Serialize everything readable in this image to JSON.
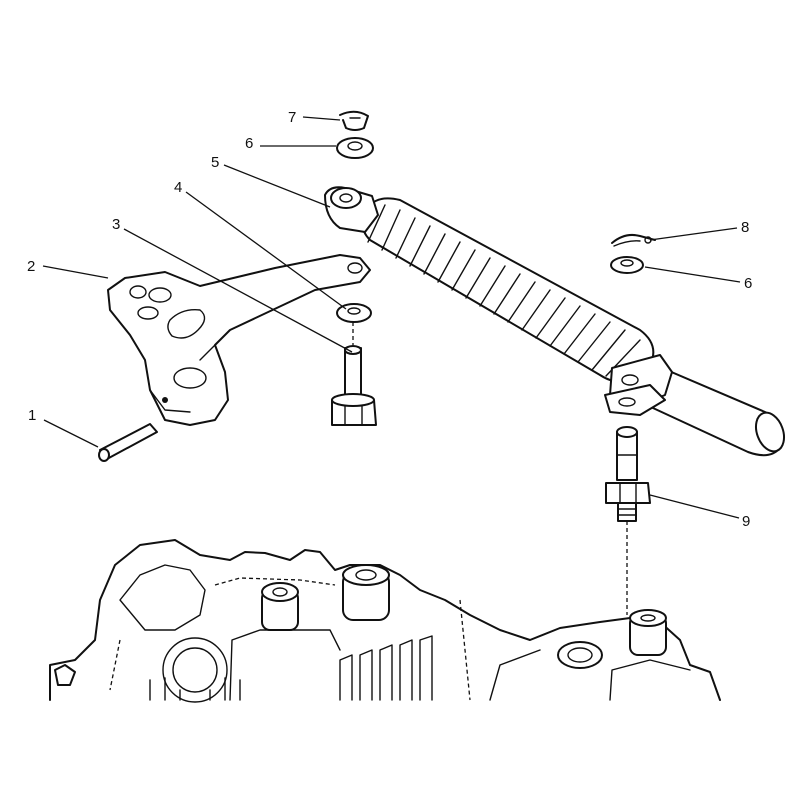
{
  "callouts": [
    {
      "id": "c1",
      "text": "1"
    },
    {
      "id": "c2",
      "text": "2"
    },
    {
      "id": "c3",
      "text": "3"
    },
    {
      "id": "c4",
      "text": "4"
    },
    {
      "id": "c5",
      "text": "5"
    },
    {
      "id": "c6a",
      "text": "6"
    },
    {
      "id": "c6b",
      "text": "6"
    },
    {
      "id": "c7",
      "text": "7"
    },
    {
      "id": "c8",
      "text": "8"
    },
    {
      "id": "c9",
      "text": "9"
    }
  ],
  "colors": {
    "ink": "#111111",
    "paper": "#ffffff"
  }
}
